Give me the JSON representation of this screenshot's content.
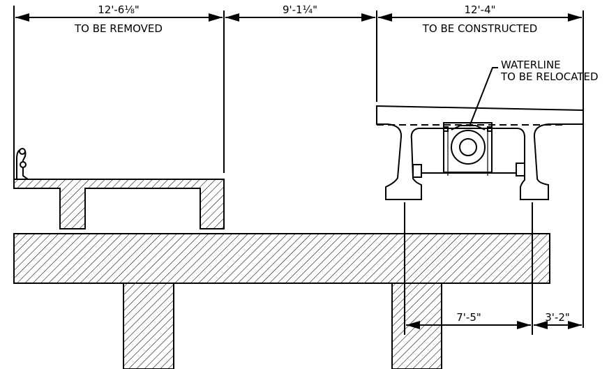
{
  "dimensions": {
    "removed": {
      "value": "12'-6⅛\"",
      "label": "TO BE REMOVED"
    },
    "gap": {
      "value": "9'-1¼\""
    },
    "constructed": {
      "value": "12'-4\"",
      "label": "TO BE CONSTRUCTED"
    },
    "bottom_left": {
      "value": "7'-5\""
    },
    "bottom_right": {
      "value": "3'-2\""
    }
  },
  "callouts": {
    "waterline_line1": "WATERLINE",
    "waterline_line2": "TO BE RELOCATED"
  }
}
